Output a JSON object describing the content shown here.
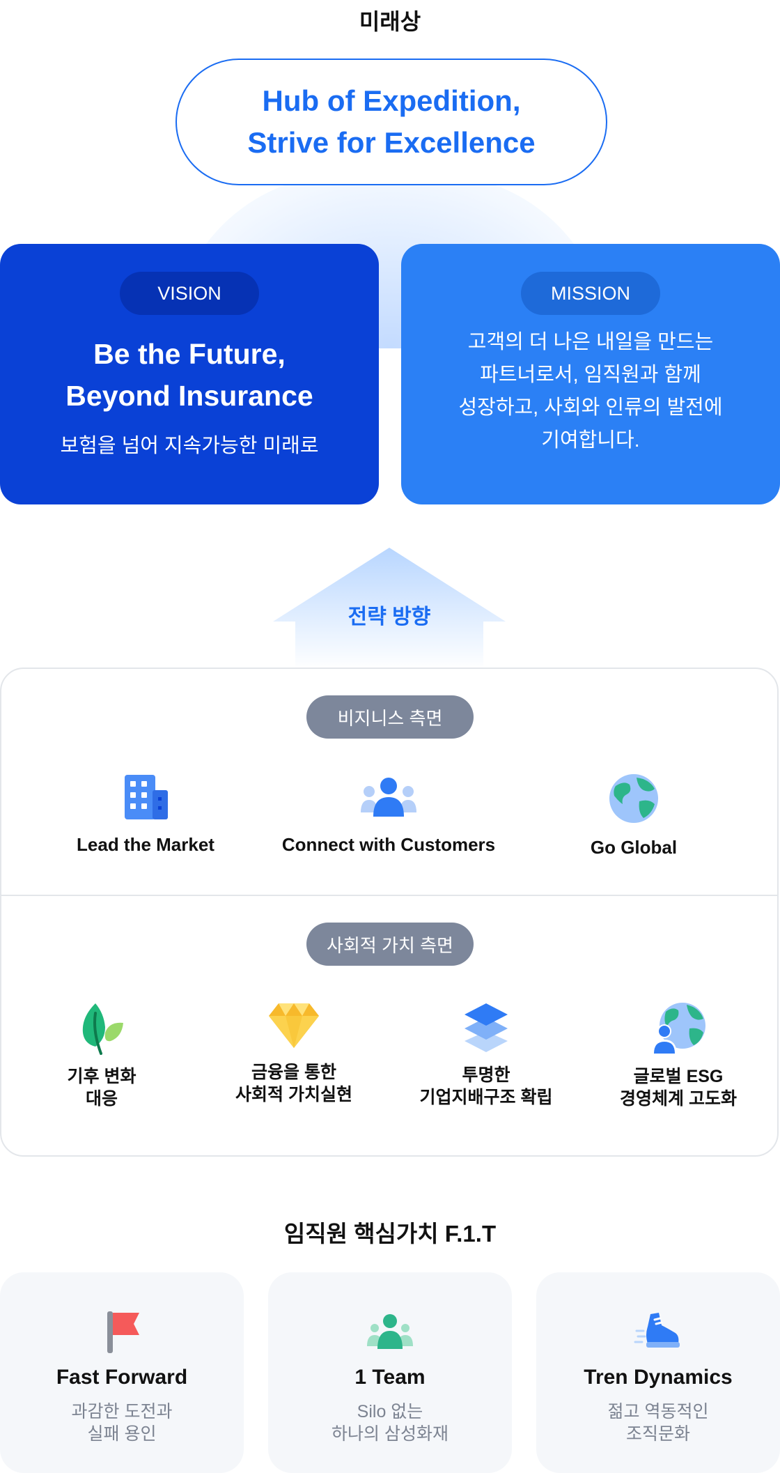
{
  "page_title": "미래상",
  "hub": {
    "line1": "Hub of Expedition,",
    "line2": "Strive for Excellence"
  },
  "vision": {
    "tag": "VISION",
    "headline_line1": "Be the Future,",
    "headline_line2": "Beyond Insurance",
    "subtitle": "보험을 넘어 지속가능한 미래로"
  },
  "mission": {
    "tag": "MISSION",
    "lines": [
      "고객의 더 나은 내일을 만드는",
      "파트너로서, 임직원과 함께",
      "성장하고, 사회와 인류의 발전에",
      "기여합니다."
    ]
  },
  "strategy": {
    "label": "전략 방향",
    "business": {
      "title": "비지니스 측면",
      "items": [
        {
          "label": "Lead the Market",
          "icon": "building-icon"
        },
        {
          "label": "Connect with Customers",
          "icon": "people-group-icon"
        },
        {
          "label": "Go Global",
          "icon": "globe-icon"
        }
      ]
    },
    "social": {
      "title": "사회적 가치 측면",
      "items": [
        {
          "line1": "기후 변화",
          "line2": "대응",
          "icon": "leaf-icon"
        },
        {
          "line1": "금융을 통한",
          "line2": "사회적 가치실현",
          "icon": "diamond-icon"
        },
        {
          "line1": "투명한",
          "line2": "기업지배구조 확립",
          "icon": "layers-icon"
        },
        {
          "line1": "글로벌 ESG",
          "line2": "경영체계 고도화",
          "icon": "globe-person-icon"
        }
      ]
    }
  },
  "fit": {
    "title": "임직원 핵심가치 F.1.T",
    "cards": [
      {
        "name": "Fast Forward",
        "line1": "과감한 도전과",
        "line2": "실패 용인",
        "icon": "flag-icon"
      },
      {
        "name": "1 Team",
        "line1": "Silo 없는",
        "line2": "하나의 삼성화재",
        "icon": "team-icon"
      },
      {
        "name": "Tren Dynamics",
        "line1": "젊고 역동적인",
        "line2": "조직문화",
        "icon": "sneaker-icon"
      }
    ]
  },
  "colors": {
    "primary": "#1a6cf2",
    "vision_bg": "#0a41d6",
    "mission_bg": "#2b80f5",
    "pill_gray": "#7d879b"
  }
}
